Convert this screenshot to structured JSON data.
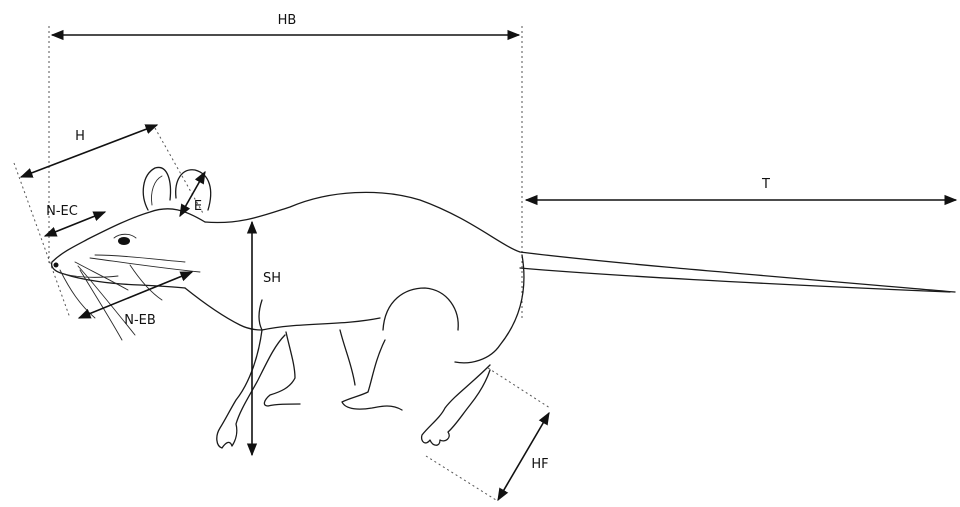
{
  "labels": {
    "hb": "HB",
    "t": "T",
    "h": "H",
    "e": "E",
    "n_ec": "N-EC",
    "sh": "SH",
    "n_eb": "N-EB",
    "hf": "HF"
  }
}
